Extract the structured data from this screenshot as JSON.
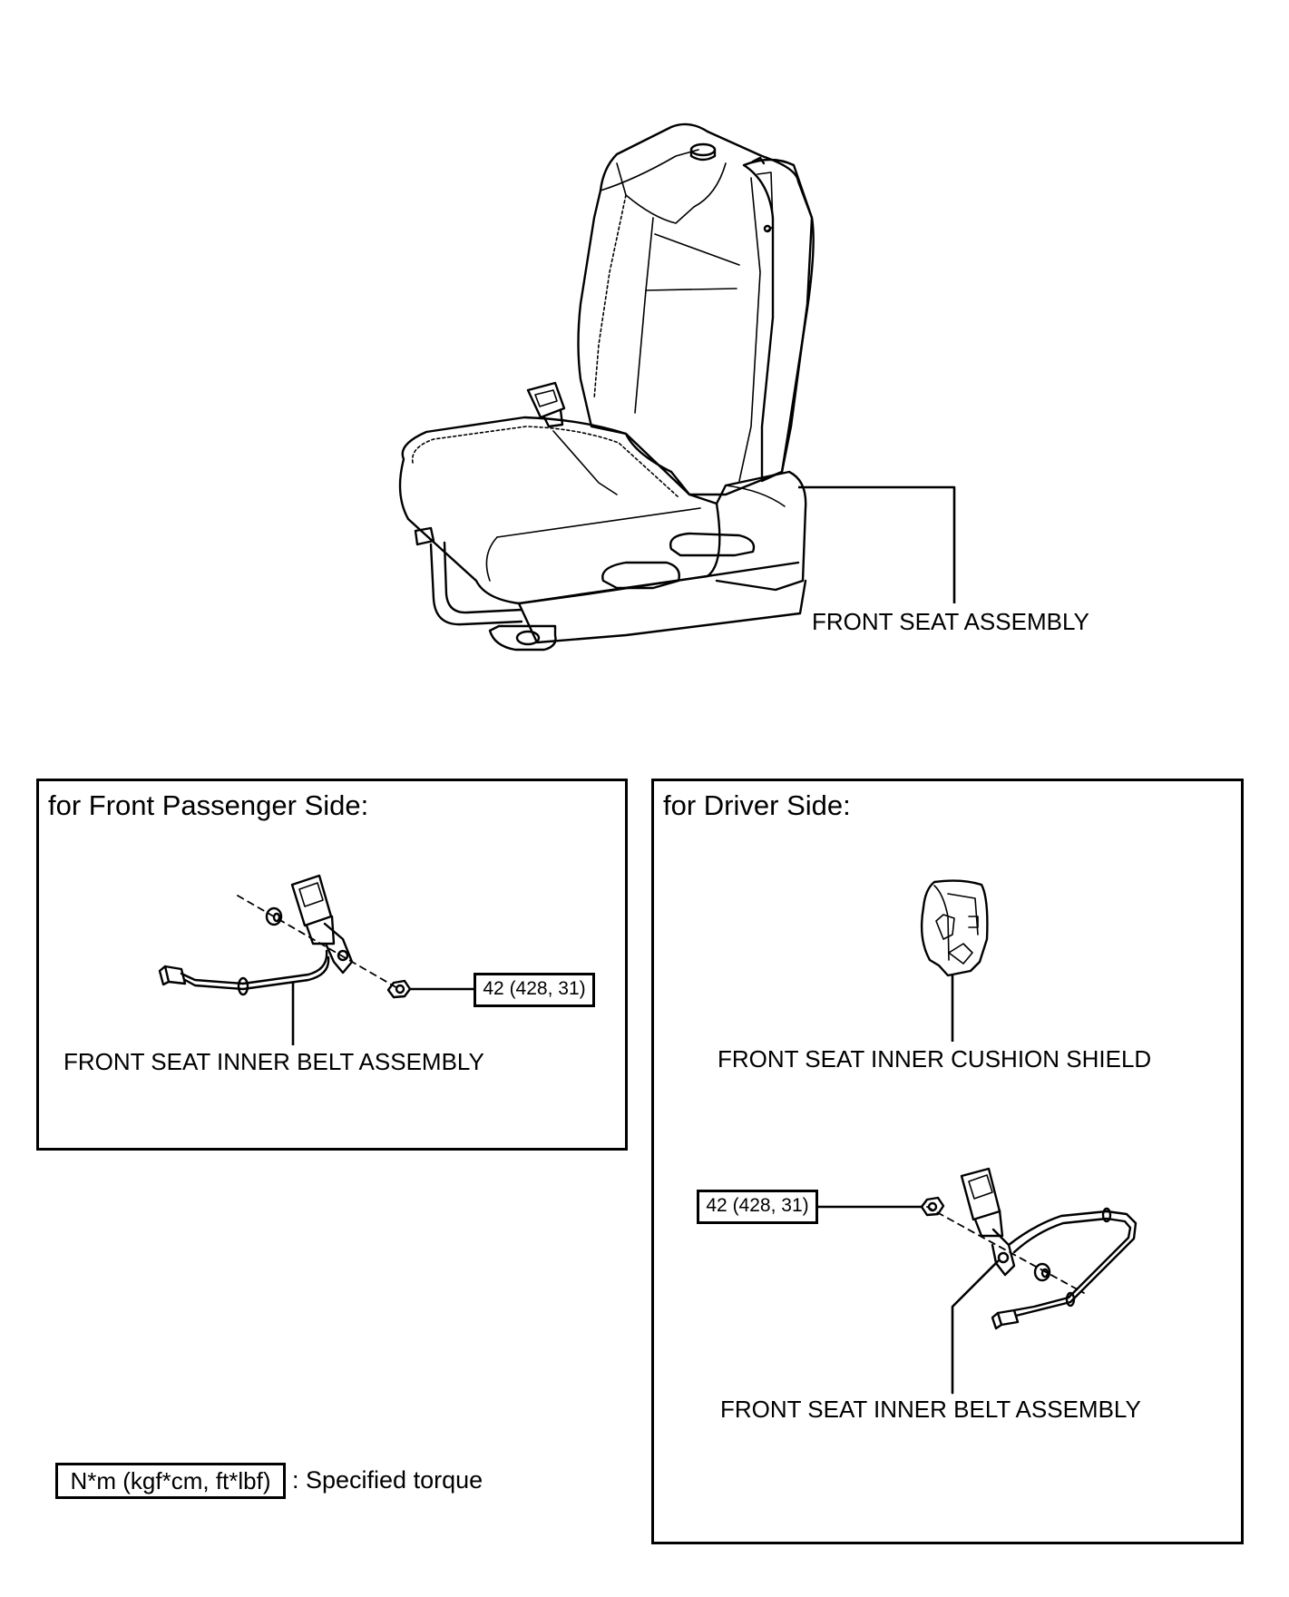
{
  "seat": {
    "label": "FRONT SEAT ASSEMBLY"
  },
  "passenger_panel": {
    "title": "for Front Passenger Side:",
    "torque": "42 (428, 31)",
    "belt_label": "FRONT SEAT INNER BELT ASSEMBLY"
  },
  "driver_panel": {
    "title": "for Driver Side:",
    "shield_label": "FRONT SEAT INNER CUSHION SHIELD",
    "torque": "42 (428, 31)",
    "belt_label": "FRONT SEAT INNER BELT ASSEMBLY"
  },
  "legend": {
    "units": "N*m (kgf*cm, ft*lbf)",
    "text": ": Specified torque"
  }
}
